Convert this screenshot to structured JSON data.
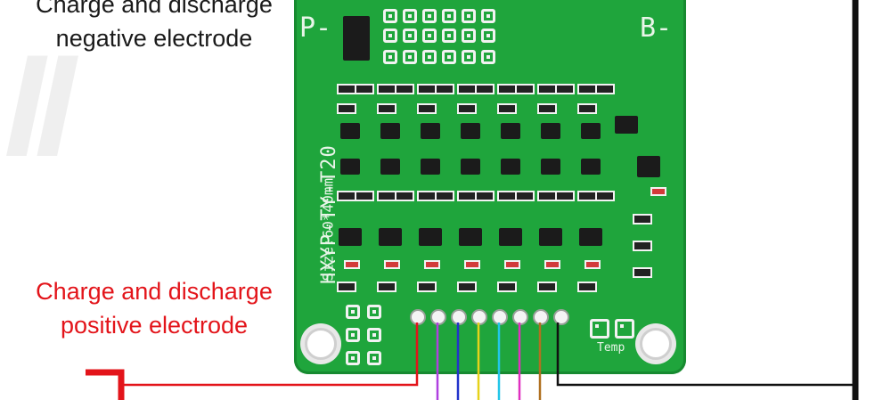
{
  "captions": {
    "negative_line1": "Charge and discharge",
    "negative_line2": "negative electrode",
    "positive_line1": "Charge and discharge",
    "positive_line2": "positive electrode"
  },
  "board": {
    "p_label": "P-",
    "b_label": "B-",
    "model": "HXYP-TY-T20",
    "size": "Size:60*40mm",
    "temp_label": "Temp"
  },
  "colors": {
    "board_green": "#1fa53c",
    "positive_red": "#e3141a",
    "wire_purple": "#b040e0",
    "wire_blue": "#2233cc",
    "wire_yellow": "#e6d21a",
    "wire_cyan": "#22c6e8",
    "wire_magenta": "#e030c0",
    "wire_brown": "#b07020",
    "wire_black": "#111111"
  }
}
